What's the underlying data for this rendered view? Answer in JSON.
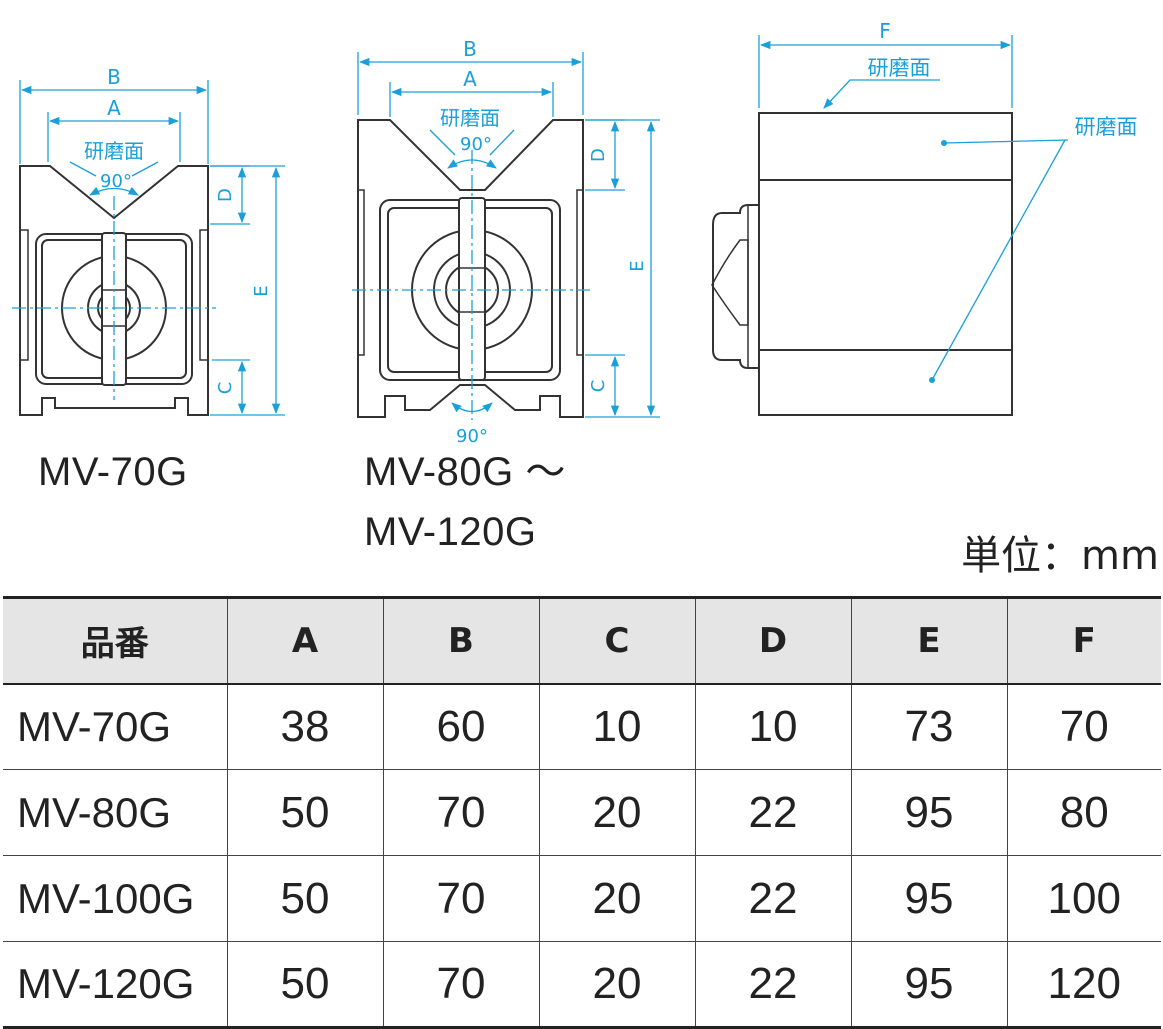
{
  "drawing": {
    "dim_labels": {
      "a": "A",
      "b": "B",
      "c": "C",
      "d": "D",
      "e": "E",
      "f": "F"
    },
    "ground_surface": "研磨面",
    "angle": "90°"
  },
  "models": {
    "small": "MV-70G",
    "large_line1": "MV-80G ～",
    "large_line2": "MV-120G"
  },
  "unit": "単位：mm",
  "table": {
    "headers": [
      "品番",
      "A",
      "B",
      "C",
      "D",
      "E",
      "F"
    ],
    "rows": [
      [
        "MV-70G",
        "38",
        "60",
        "10",
        "10",
        "73",
        "70"
      ],
      [
        "MV-80G",
        "50",
        "70",
        "20",
        "22",
        "95",
        "80"
      ],
      [
        "MV-100G",
        "50",
        "70",
        "20",
        "22",
        "95",
        "100"
      ],
      [
        "MV-120G",
        "50",
        "70",
        "20",
        "22",
        "95",
        "120"
      ]
    ]
  },
  "colors": {
    "dimension_line": "#1aa0d8",
    "outline": "#333333",
    "header_bg": "#e5e5e5"
  }
}
